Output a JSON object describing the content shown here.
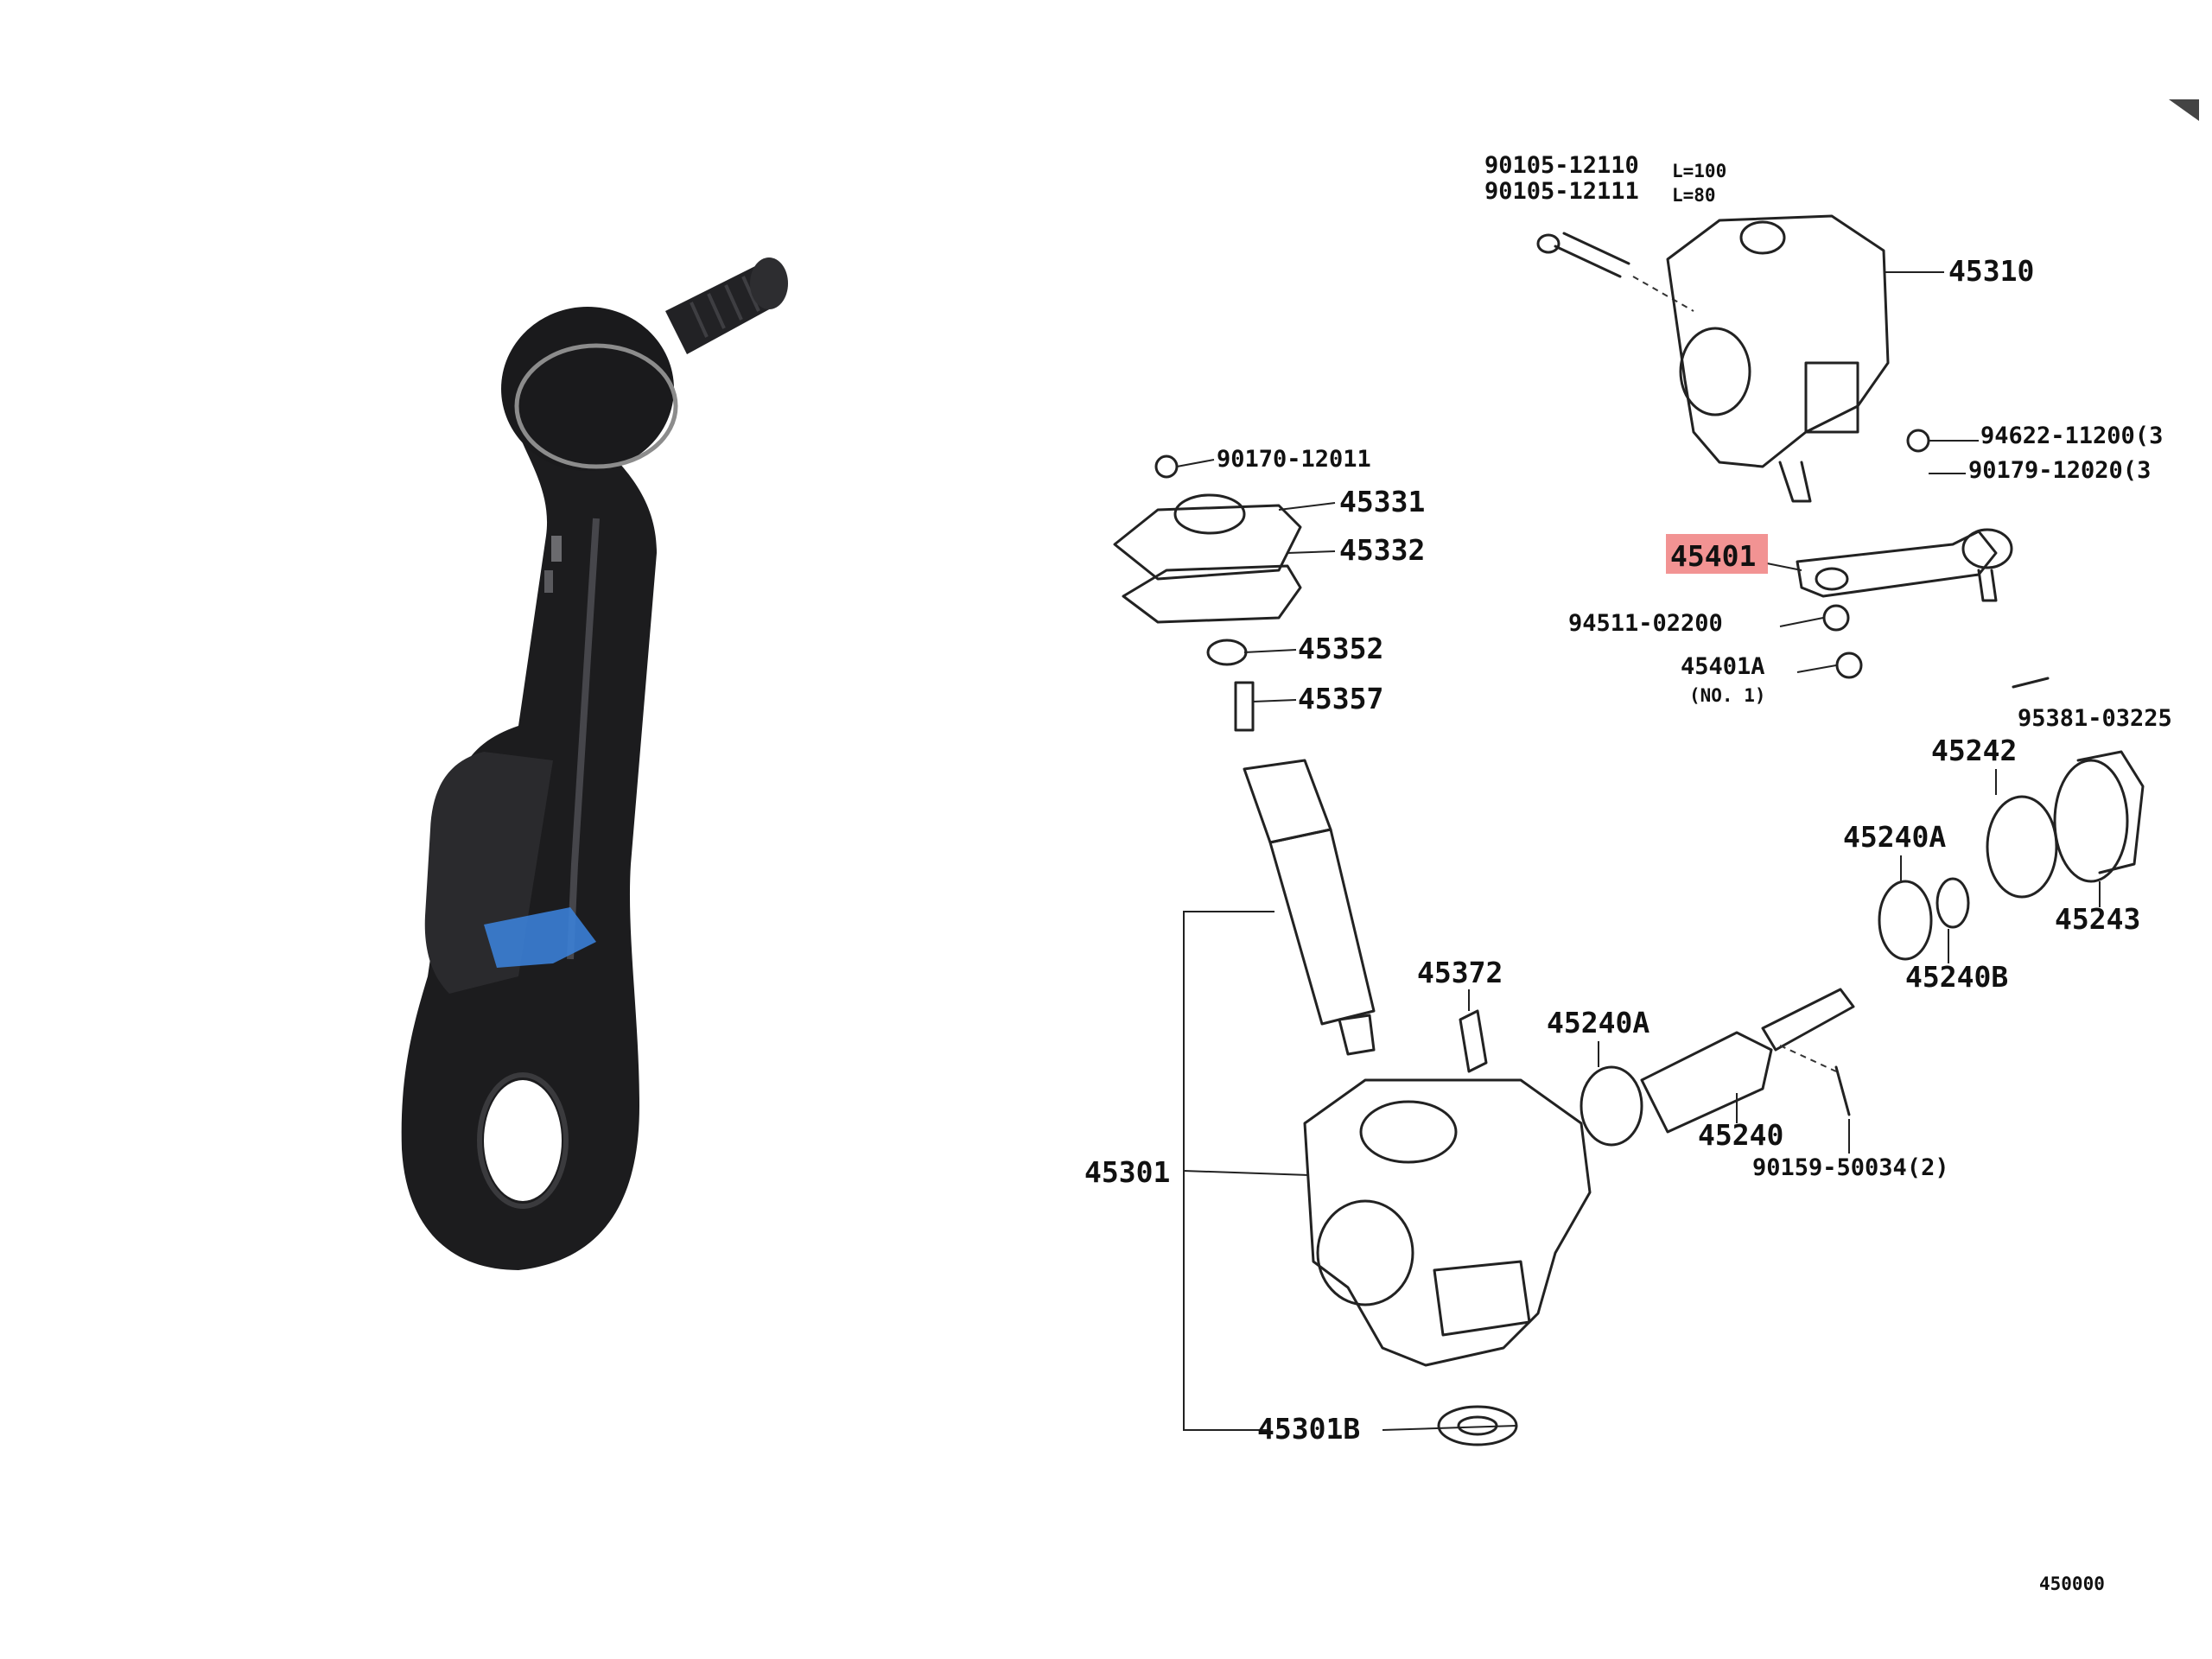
{
  "photo": {
    "accent_blue": "#3b7fd6",
    "part_color": "#1c1c1e"
  },
  "diagram": {
    "highlight_color": "#f08080",
    "highlighted_part": "45401",
    "labels": {
      "bolt_a": "90105-12110",
      "bolt_a_note": "L=100",
      "bolt_b": "90105-12111",
      "bolt_b_note": "L=80",
      "gear_housing_top": "45310",
      "nut_right": "94622-11200(3",
      "washer_right": "90179-12020(3",
      "pitman_arm": "45401",
      "nut_pitman": "94511-02200",
      "ball_nut": "45401A",
      "ball_nut_note": "(NO. 1)",
      "clip": "95381-03225",
      "nut_top": "90170-12011",
      "cover": "45331",
      "gasket": "45332",
      "lock_nut": "45352",
      "adjust_screw": "45357",
      "adjust_nut": "45242",
      "bearing_a": "45240A",
      "lock_ring": "45243",
      "bearing_b": "45240B",
      "valve_plug": "45372",
      "bearing_a2": "45240A",
      "valve_assy": "45240",
      "screw_set": "90159-50034(2)",
      "housing_assy": "45301",
      "seal": "45301B",
      "fig_code": "450000"
    }
  }
}
